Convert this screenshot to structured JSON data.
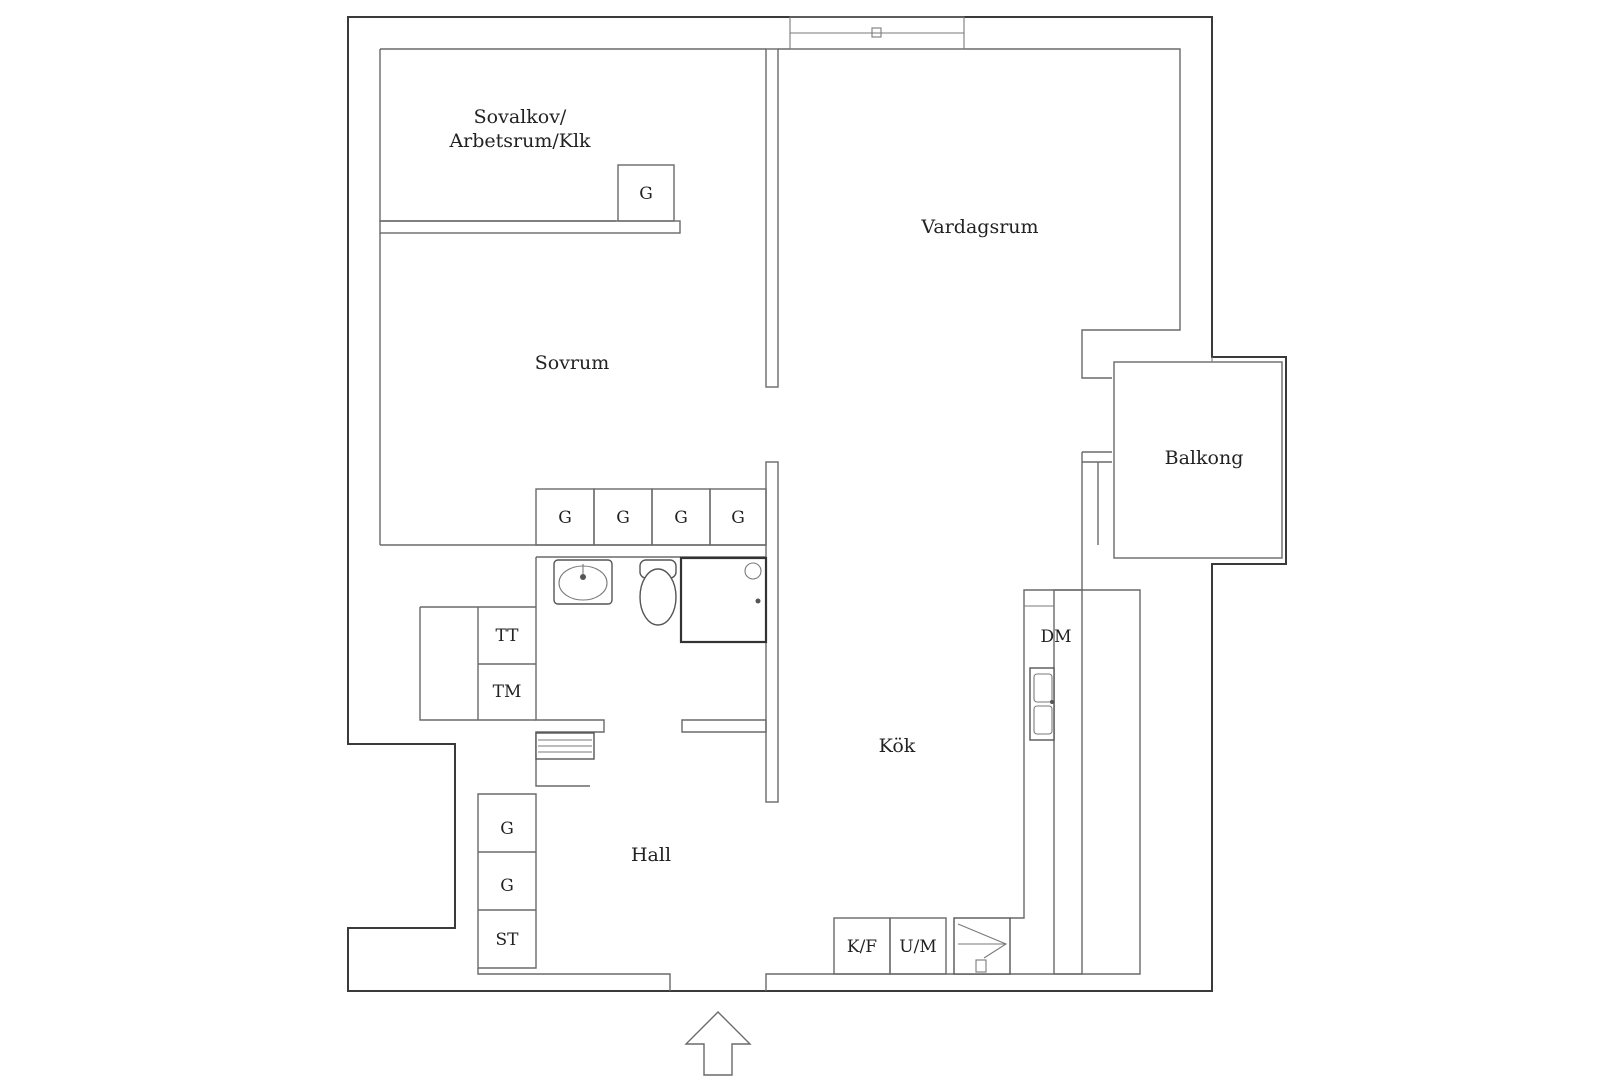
{
  "rooms": {
    "sovalkov_line1": "Sovalkov/",
    "sovalkov_line2": "Arbetsrum/Klk",
    "vardagsrum": "Vardagsrum",
    "sovrum": "Sovrum",
    "balkong": "Balkong",
    "kok": "Kök",
    "hall": "Hall"
  },
  "fixtures": {
    "wardrobe": "G",
    "tumble_dryer": "TT",
    "washing_machine": "TM",
    "dishwasher": "DM",
    "fridge_freezer": "K/F",
    "oven_microwave": "U/M",
    "storage": "ST"
  }
}
